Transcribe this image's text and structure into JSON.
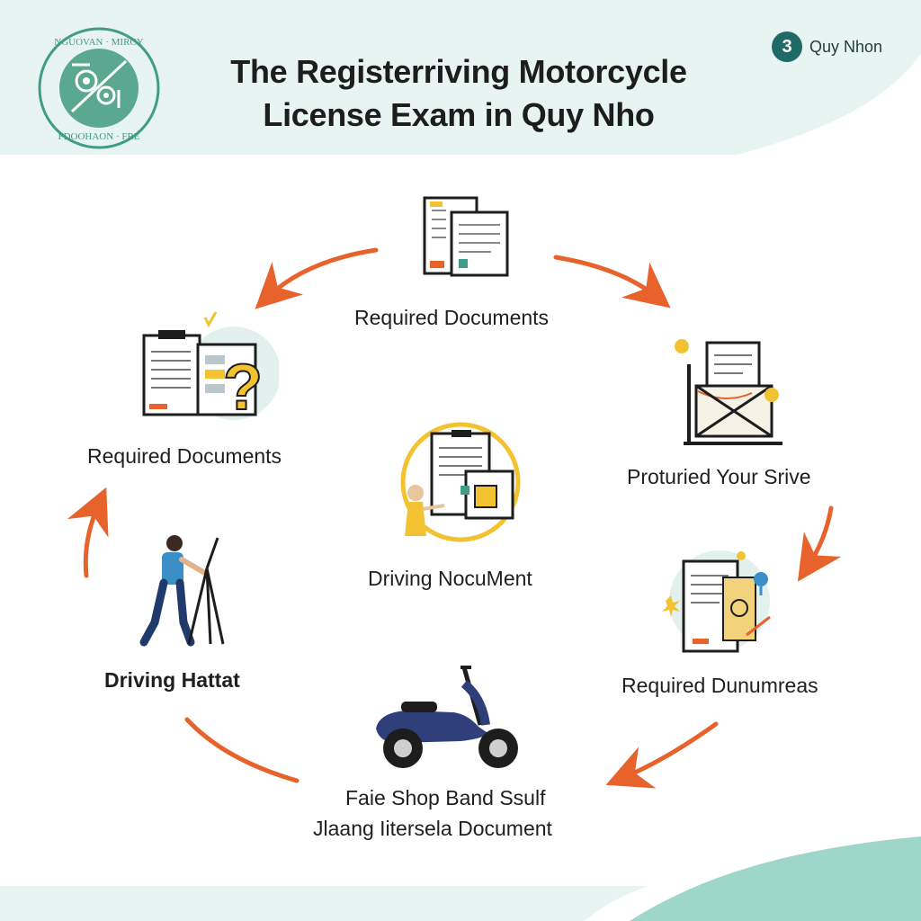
{
  "header": {
    "title_line1": "The Registerriving Motorcycle",
    "title_line2": "License Exam in Quy Nho",
    "brand_badge": "3",
    "brand_label": "Quy Nhon",
    "seal_text_top": "NGUOVAN · MIRCY",
    "seal_text_bottom": "FDOOHAON · FRE"
  },
  "steps": {
    "top": {
      "label": "Required Documents",
      "icon": "documents-icon"
    },
    "left_top": {
      "label": "Required Documents",
      "icon": "documents-question-icon"
    },
    "right_top": {
      "label": "Proturied Your Srive",
      "icon": "map-board-icon"
    },
    "center": {
      "label": "Driving NocuMent",
      "icon": "document-person-icon"
    },
    "left_bottom": {
      "label": "Driving Hattat",
      "icon": "person-tripod-icon"
    },
    "right_bottom": {
      "label": "Required Dunumreas",
      "icon": "document-lightbulb-icon"
    },
    "bottom": {
      "label_line1": "Faie Shop Band Ssulf",
      "label_line2": "Jlaang Iitersela Document",
      "icon": "scooter-icon"
    }
  },
  "colors": {
    "header_band": "#e8f4f1",
    "seal": "#3f9c86",
    "arrow": "#e8622c",
    "teal_wave": "#9fd6ca",
    "accent_yellow": "#f2c230"
  }
}
